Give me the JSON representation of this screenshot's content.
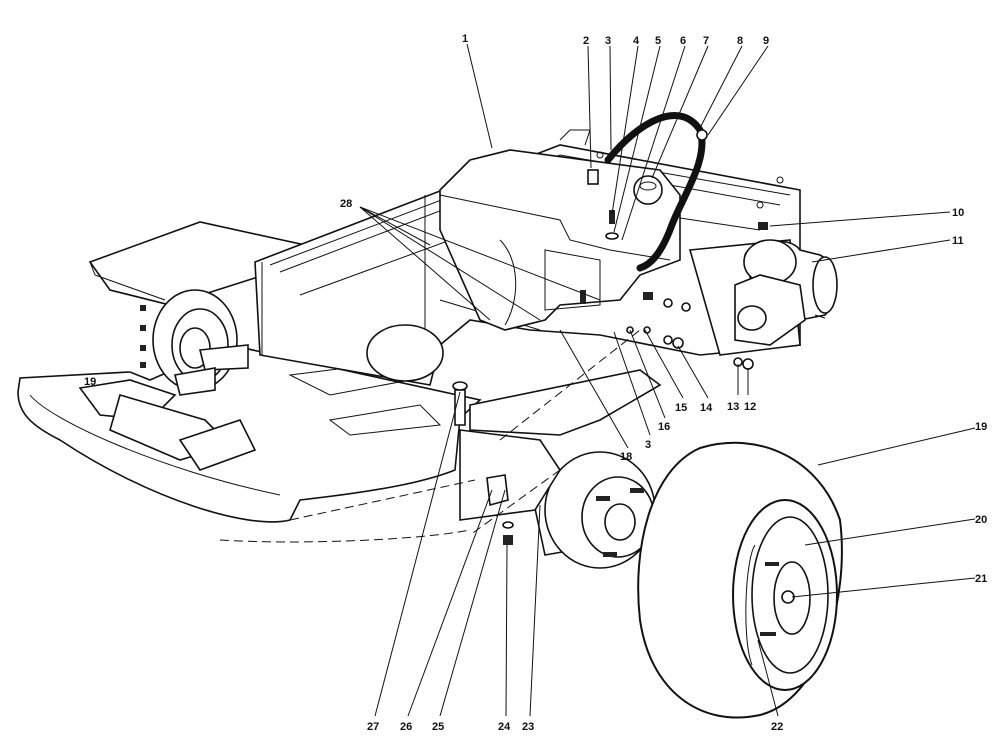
{
  "diagram": {
    "callouts": [
      {
        "id": "c1",
        "text": "1"
      },
      {
        "id": "c2",
        "text": "2"
      },
      {
        "id": "c3",
        "text": "3"
      },
      {
        "id": "c4",
        "text": "4"
      },
      {
        "id": "c5",
        "text": "5"
      },
      {
        "id": "c6",
        "text": "6"
      },
      {
        "id": "c7",
        "text": "7"
      },
      {
        "id": "c8",
        "text": "8"
      },
      {
        "id": "c9",
        "text": "9"
      },
      {
        "id": "c10",
        "text": "10"
      },
      {
        "id": "c11",
        "text": "11"
      },
      {
        "id": "c12",
        "text": "12"
      },
      {
        "id": "c13",
        "text": "13"
      },
      {
        "id": "c14",
        "text": "14"
      },
      {
        "id": "c15",
        "text": "15"
      },
      {
        "id": "c16",
        "text": "16"
      },
      {
        "id": "c3b",
        "text": "3"
      },
      {
        "id": "c18",
        "text": "18"
      },
      {
        "id": "c19",
        "text": "19"
      },
      {
        "id": "c20",
        "text": "20"
      },
      {
        "id": "c21",
        "text": "21"
      },
      {
        "id": "c22",
        "text": "22"
      },
      {
        "id": "c23",
        "text": "23"
      },
      {
        "id": "c24",
        "text": "24"
      },
      {
        "id": "c25",
        "text": "25"
      },
      {
        "id": "c26",
        "text": "26"
      },
      {
        "id": "c27",
        "text": "27"
      },
      {
        "id": "c28",
        "text": "28"
      },
      {
        "id": "c19b",
        "text": "19"
      }
    ]
  }
}
